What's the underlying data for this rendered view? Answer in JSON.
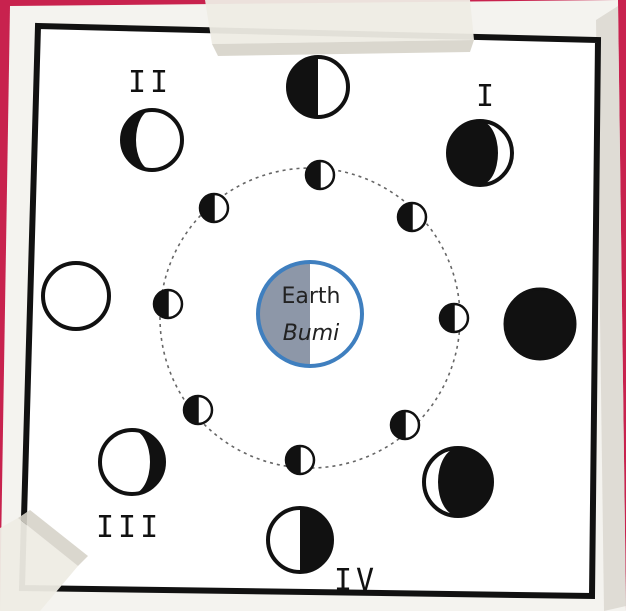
{
  "earth": {
    "label_en": "Earth",
    "label_id": "Bumi"
  },
  "phase_labels": {
    "I": "I",
    "II": "II",
    "III": "III",
    "IV": "IV"
  },
  "colors": {
    "background": "#c8224e",
    "card": "#f4f3ef",
    "frame": "#111111",
    "earth_shade": "#8d97a8",
    "earth_ring": "#3f7fbf",
    "tape": "#eeece4"
  },
  "sun_direction": "right"
}
